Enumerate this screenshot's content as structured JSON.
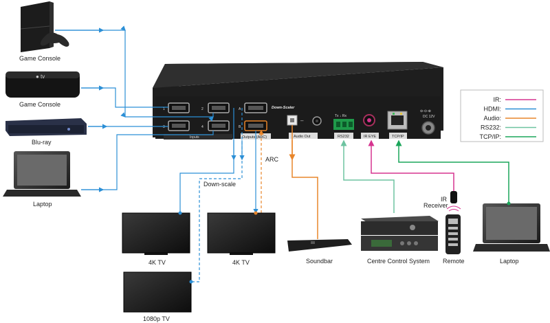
{
  "sources": {
    "game_console_1": "Game Console",
    "game_console_2": "Game Console",
    "bluray": "Blu-ray",
    "laptop_left": "Laptop"
  },
  "device_panel": {
    "ports": [
      "1",
      "2",
      "3",
      "4",
      "A",
      "B"
    ],
    "inputs_label": "Inputs",
    "down_scaler": "Down-Scaler",
    "outputs_label": "Outputs (ARC)",
    "audio_out": "Audio Out",
    "txrx": "Tx  ↓  Rx",
    "rs232": "RS232",
    "ir_eye": "IR EYE",
    "tcpip": "TCP/IP",
    "dc": "DC 12V"
  },
  "annotations": {
    "arc": "ARC",
    "down_scale": "Down-scale",
    "ir_receiver": "IR\nReceiver"
  },
  "sinks": {
    "tv_4k_1": "4K TV",
    "tv_4k_2": "4K TV",
    "tv_1080p": "1080p TV",
    "soundbar": "Soundbar",
    "control": "Centre Control System",
    "remote": "Remote",
    "laptop_right": "Laptop"
  },
  "legend": [
    {
      "label": "IR:",
      "color": "#d6338f"
    },
    {
      "label": "HDMI:",
      "color": "#2b8fd6"
    },
    {
      "label": "Audio:",
      "color": "#e8852a"
    },
    {
      "label": "RS232:",
      "color": "#6dc3a0"
    },
    {
      "label": "TCP/IP:",
      "color": "#1aa55a"
    }
  ]
}
